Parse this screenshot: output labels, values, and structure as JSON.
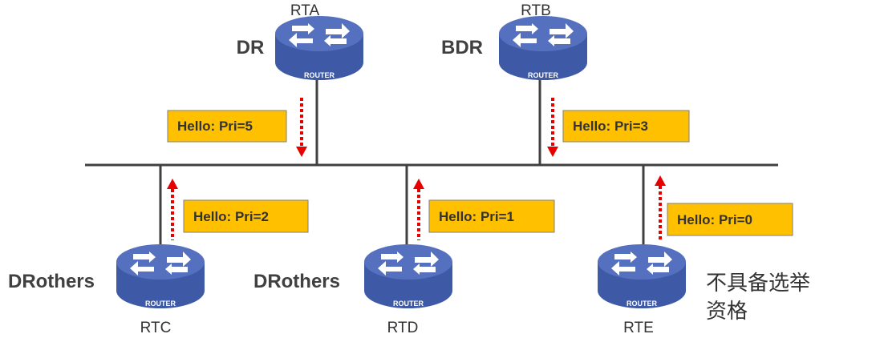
{
  "routers": [
    {
      "id": "rta",
      "name": "RTA",
      "role": "DR",
      "hello": "Hello: Pri=5"
    },
    {
      "id": "rtb",
      "name": "RTB",
      "role": "BDR",
      "hello": "Hello: Pri=3"
    },
    {
      "id": "rtc",
      "name": "RTC",
      "role": "DRothers",
      "hello": "Hello: Pri=2"
    },
    {
      "id": "rtd",
      "name": "RTD",
      "role": "DRothers",
      "hello": "Hello: Pri=1"
    },
    {
      "id": "rte",
      "name": "RTE",
      "role": "",
      "hello": "Hello: Pri=0"
    }
  ],
  "router_icon_label": "ROUTER",
  "rte_note": [
    "不具备选举",
    "资格"
  ],
  "colors": {
    "router_body": "#3e59a6",
    "router_top": "#5470bf",
    "hello_box": "#ffc000",
    "hello_border": "#7f7f7f",
    "arrow": "#e60000",
    "bus": "#404040"
  }
}
